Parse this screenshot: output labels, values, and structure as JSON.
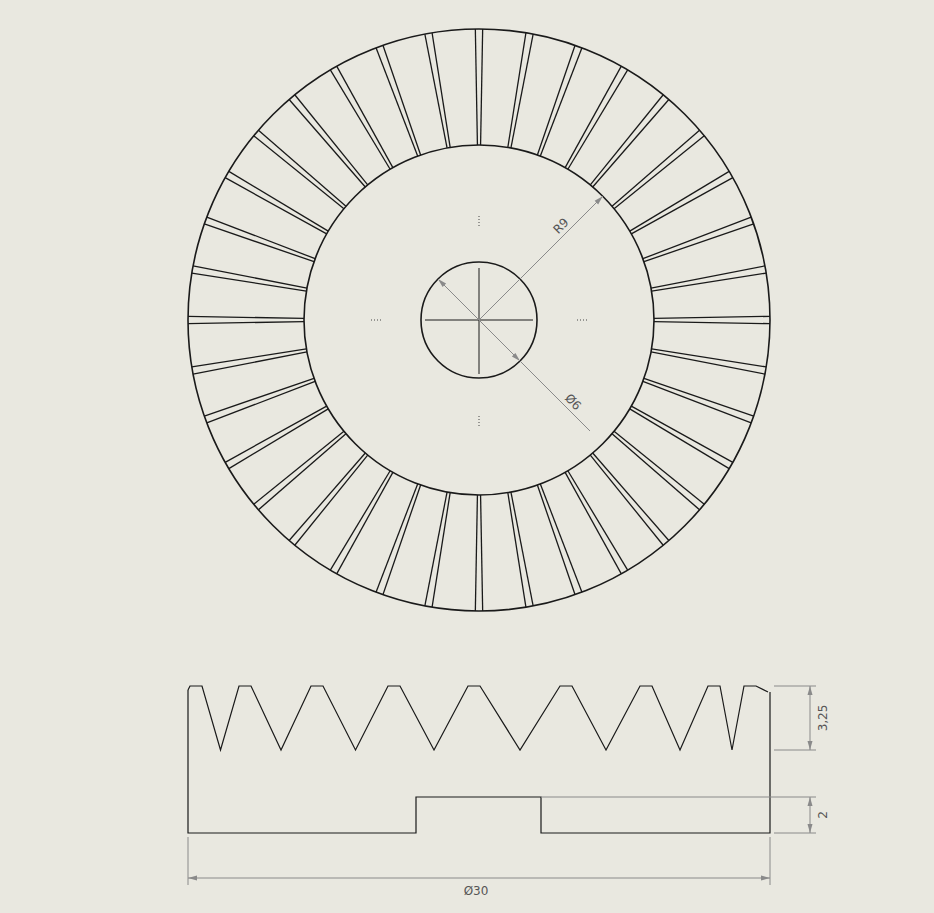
{
  "diagram": {
    "labels": [
      "R9",
      "Ø6",
      "3,25",
      "2",
      "Ø30"
    ]
  }
}
